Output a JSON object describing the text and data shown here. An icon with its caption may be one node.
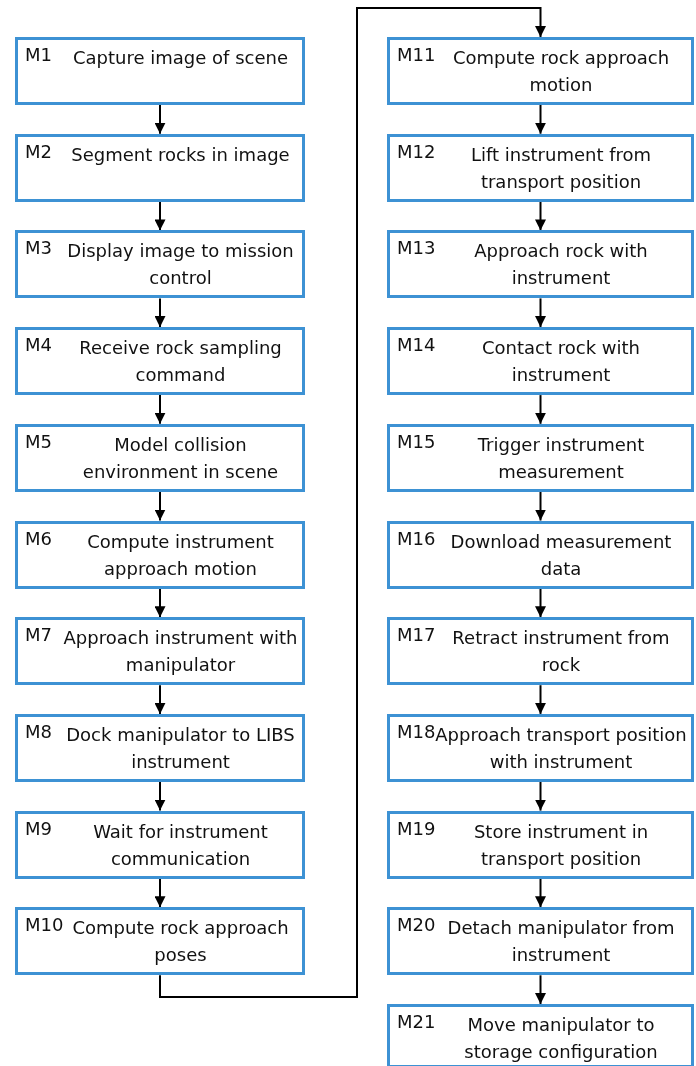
{
  "diagram": {
    "nodes": [
      {
        "text": [
          "M1",
          "Capture image of scene"
        ]
      },
      {
        "text": [
          "M2",
          "Segment rocks in image"
        ]
      },
      {
        "text": [
          "M3",
          "Display image to mission control"
        ]
      },
      {
        "text": [
          "M4",
          "Receive rock sampling command"
        ]
      },
      {
        "text": [
          "M5",
          "Model collision environment in scene"
        ]
      },
      {
        "text": [
          "M6",
          "Compute instrument approach motion"
        ]
      },
      {
        "text": [
          "M7",
          "Approach instrument with manipulator"
        ]
      },
      {
        "text": [
          "M8",
          "Dock manipulator to LIBS instrument"
        ]
      },
      {
        "text": [
          "M9",
          "Wait for instrument communication"
        ]
      },
      {
        "text": [
          "M10",
          "Compute rock approach poses"
        ]
      },
      {
        "text": [
          "M11",
          "Compute rock approach motion"
        ]
      },
      {
        "text": [
          "M12",
          "Lift instrument from transport position"
        ]
      },
      {
        "text": [
          "M13",
          "Approach rock with instrument"
        ]
      },
      {
        "text": [
          "M14",
          "Contact rock with instrument"
        ]
      },
      {
        "text": [
          "M15",
          "Trigger instrument measurement"
        ]
      },
      {
        "text": [
          "M16",
          "Download measurement data"
        ]
      },
      {
        "text": [
          "M17",
          "Retract instrument from rock"
        ]
      },
      {
        "text": [
          "M18",
          "Approach transport position with instrument"
        ]
      },
      {
        "text": [
          "M19",
          "Store instrument in transport position"
        ]
      },
      {
        "text": [
          "M20",
          "Detach manipulator from instrument"
        ]
      },
      {
        "text": [
          "M21",
          "Move manipulator to storage configuration"
        ]
      }
    ],
    "edges": [
      {
        "from": 0,
        "to": 1,
        "arrow": "to"
      },
      {
        "from": 1,
        "to": 2,
        "arrow": "to"
      },
      {
        "from": 2,
        "to": 3,
        "arrow": "to"
      },
      {
        "from": 3,
        "to": 4,
        "arrow": "to"
      },
      {
        "from": 4,
        "to": 5,
        "arrow": "to"
      },
      {
        "from": 5,
        "to": 6,
        "arrow": "to"
      },
      {
        "from": 6,
        "to": 7,
        "arrow": "to"
      },
      {
        "from": 7,
        "to": 8,
        "arrow": "to"
      },
      {
        "from": 8,
        "to": 9,
        "arrow": "to"
      },
      {
        "from": 9,
        "to": 10,
        "arrow": "to"
      },
      {
        "from": 10,
        "to": 11,
        "arrow": "to"
      },
      {
        "from": 11,
        "to": 12,
        "arrow": "to"
      },
      {
        "from": 12,
        "to": 13,
        "arrow": "to"
      },
      {
        "from": 13,
        "to": 14,
        "arrow": "to"
      },
      {
        "from": 14,
        "to": 15,
        "arrow": "to"
      },
      {
        "from": 15,
        "to": 16,
        "arrow": "to"
      },
      {
        "from": 16,
        "to": 17,
        "arrow": "to"
      },
      {
        "from": 17,
        "to": 18,
        "arrow": "to"
      },
      {
        "from": 18,
        "to": 19,
        "arrow": "to"
      },
      {
        "from": 19,
        "to": 20,
        "arrow": "to"
      }
    ]
  }
}
